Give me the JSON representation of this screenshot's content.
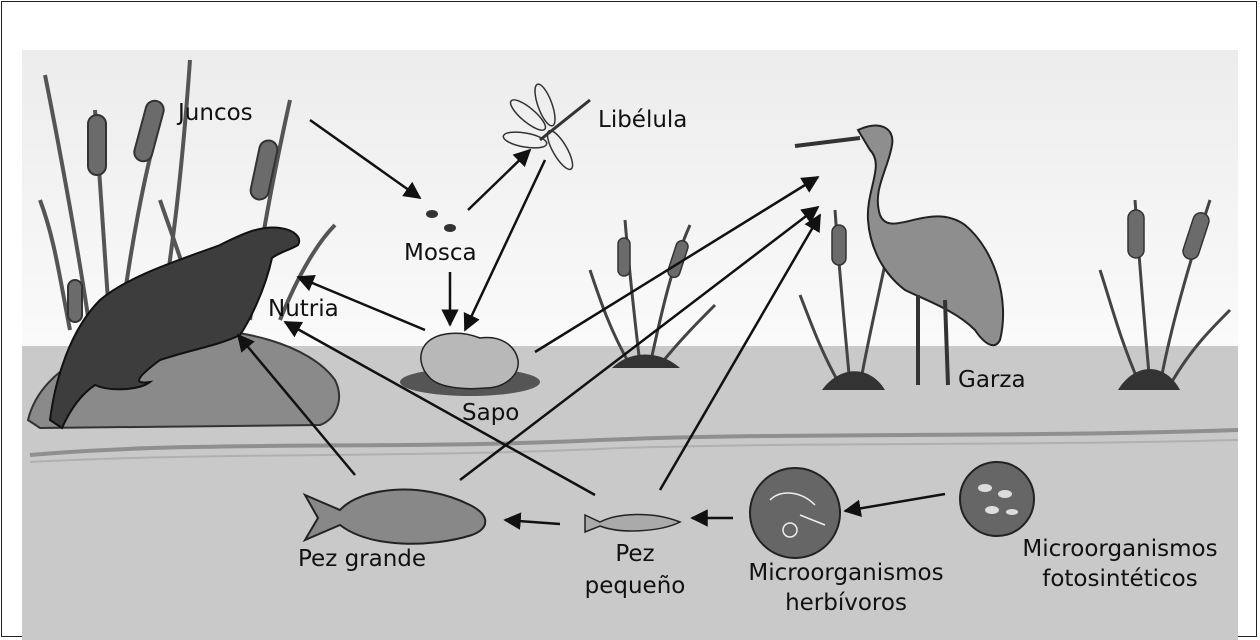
{
  "labels": {
    "juncos": "Juncos",
    "libelula": "Libélula",
    "mosca": "Mosca",
    "nutria": "Nutria",
    "sapo": "Sapo",
    "garza": "Garza",
    "pez_grande": "Pez grande",
    "pez_pequeno_1": "Pez",
    "pez_pequeno_2": "pequeño",
    "micro_herb_1": "Microorganismos",
    "micro_herb_2": "herbívoros",
    "micro_foto_1": "Microorganismos",
    "micro_foto_2": "fotosintéticos"
  },
  "colors": {
    "sky": "#f4f4f4",
    "water": "#c8c8c8",
    "arrow": "#111111"
  }
}
